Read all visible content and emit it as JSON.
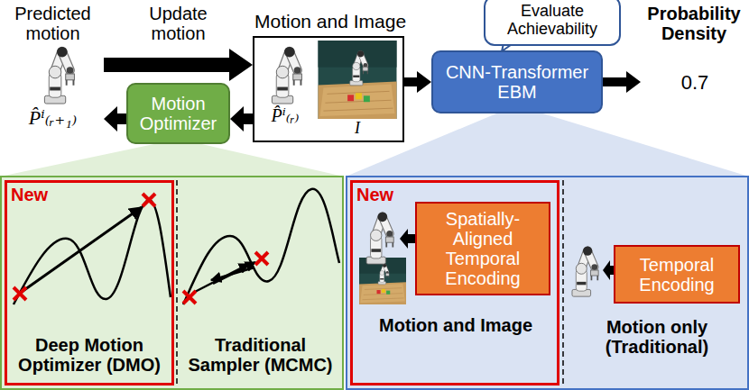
{
  "diagram": {
    "nodes": [
      {
        "text": [
          "Predicted motion",
          "P̂ⁱ₍ᵣ₊₁₎"
        ]
      },
      {
        "text": [
          "Motion and Image",
          "P̂ⁱ₍ᵣ₎",
          "I"
        ]
      },
      {
        "text": [
          "Evaluate Achievability"
        ]
      },
      {
        "text": [
          "CNN-Transformer EBM"
        ]
      },
      {
        "text": [
          "Probability Density",
          "0.7"
        ]
      },
      {
        "text": [
          "Motion Optimizer"
        ]
      },
      {
        "text": [
          "Traditional Sampler (MCMC)"
        ]
      },
      {
        "text": [
          "New",
          "Deep Motion Optimizer (DMO)"
        ],
        "in": 6
      },
      {
        "text": [
          "Motion only (Traditional)"
        ]
      },
      {
        "text": [
          "New",
          "Motion and Image"
        ],
        "in": 8
      },
      {
        "text": [
          "Spatially-Aligned Temporal Encoding"
        ],
        "in": 9
      },
      {
        "text": [
          "Temporal Encoding"
        ],
        "in": 8
      }
    ],
    "edges": [
      {
        "from": 0,
        "to": 1,
        "arrow": "to",
        "label": "Update motion"
      },
      {
        "from": 1,
        "to": 3,
        "arrow": "to"
      },
      {
        "from": 3,
        "to": 4,
        "arrow": "to"
      },
      {
        "from": 1,
        "to": 5,
        "arrow": "to"
      },
      {
        "from": 5,
        "to": 0,
        "arrow": "to"
      }
    ]
  }
}
